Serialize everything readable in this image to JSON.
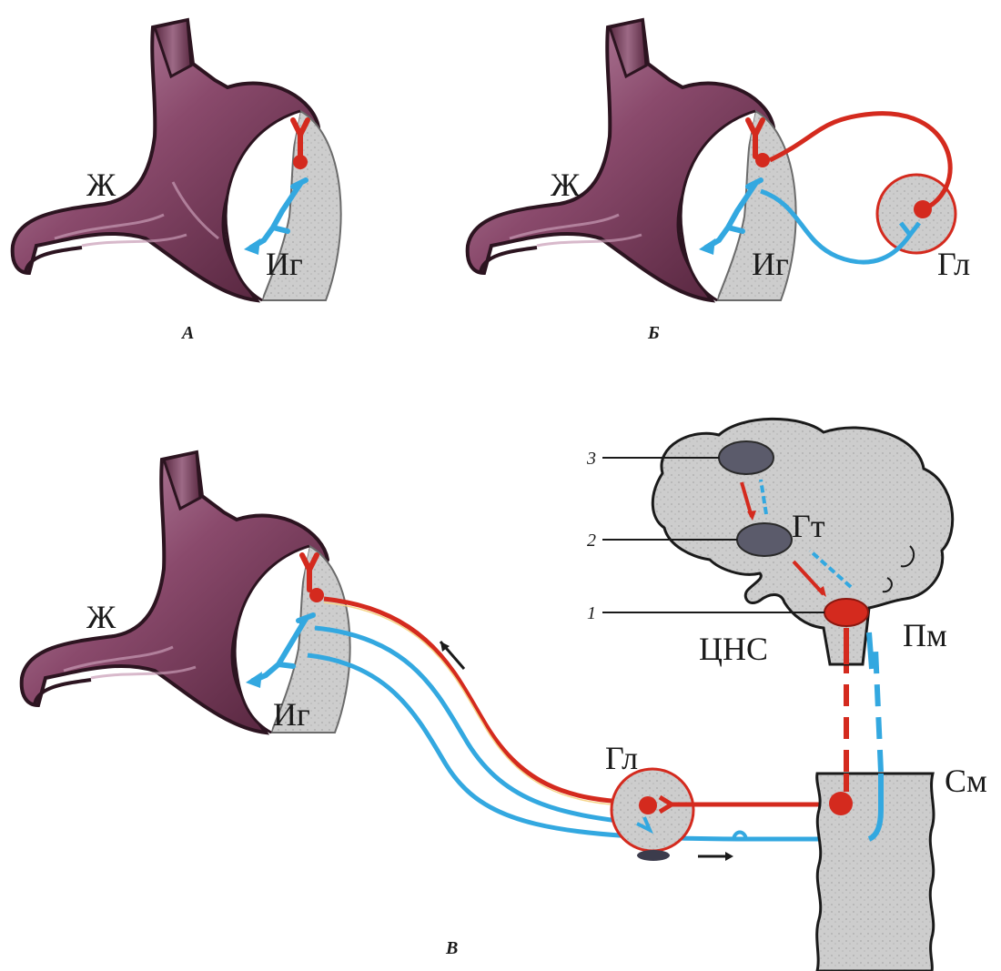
{
  "panels": {
    "a": {
      "letter": "А",
      "stomach": "Ж",
      "wall": "Иг"
    },
    "b": {
      "letter": "Б",
      "stomach": "Ж",
      "wall": "Иг",
      "ganglion": "Гл"
    },
    "c": {
      "letter": "В",
      "stomach": "Ж",
      "wall": "Иг",
      "ganglion": "Гл",
      "hypothalamus": "Гт",
      "medulla": "Пм",
      "cns": "ЦНС",
      "spinal_cord": "См",
      "numbers": [
        "3",
        "2",
        "1"
      ]
    }
  },
  "colors": {
    "efferent": "#d42a1e",
    "afferent": "#33a8e0",
    "stomach": "#8a4a68",
    "tissue": "#cfcfcf"
  }
}
